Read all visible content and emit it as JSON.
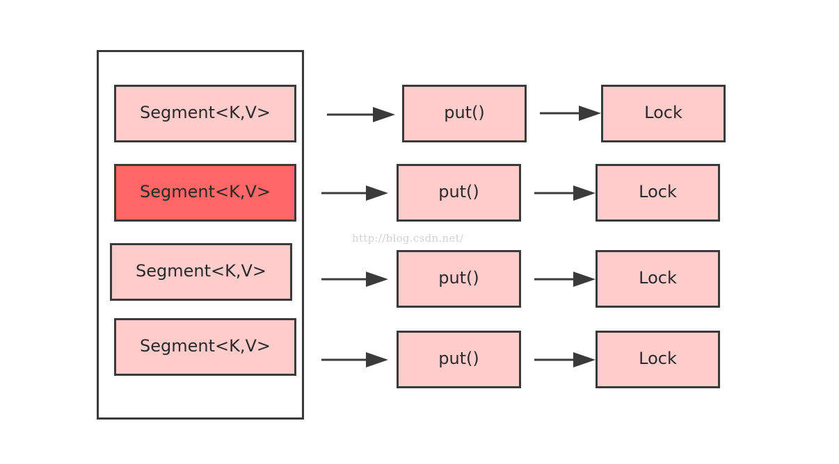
{
  "segments": [
    {
      "label": "Segment<K,V>",
      "highlighted": false
    },
    {
      "label": "Segment<K,V>",
      "highlighted": true
    },
    {
      "label": "Segment<K,V>",
      "highlighted": false
    },
    {
      "label": "Segment<K,V>",
      "highlighted": false
    }
  ],
  "puts": [
    {
      "label": "put()"
    },
    {
      "label": "put()"
    },
    {
      "label": "put()"
    },
    {
      "label": "put()"
    }
  ],
  "locks": [
    {
      "label": "Lock"
    },
    {
      "label": "Lock"
    },
    {
      "label": "Lock"
    },
    {
      "label": "Lock"
    }
  ],
  "watermark": "http://blog.csdn.net/",
  "colors": {
    "box_fill": "#ffcccc",
    "highlight_fill": "#ff6666",
    "stroke": "#3a3a3a"
  }
}
